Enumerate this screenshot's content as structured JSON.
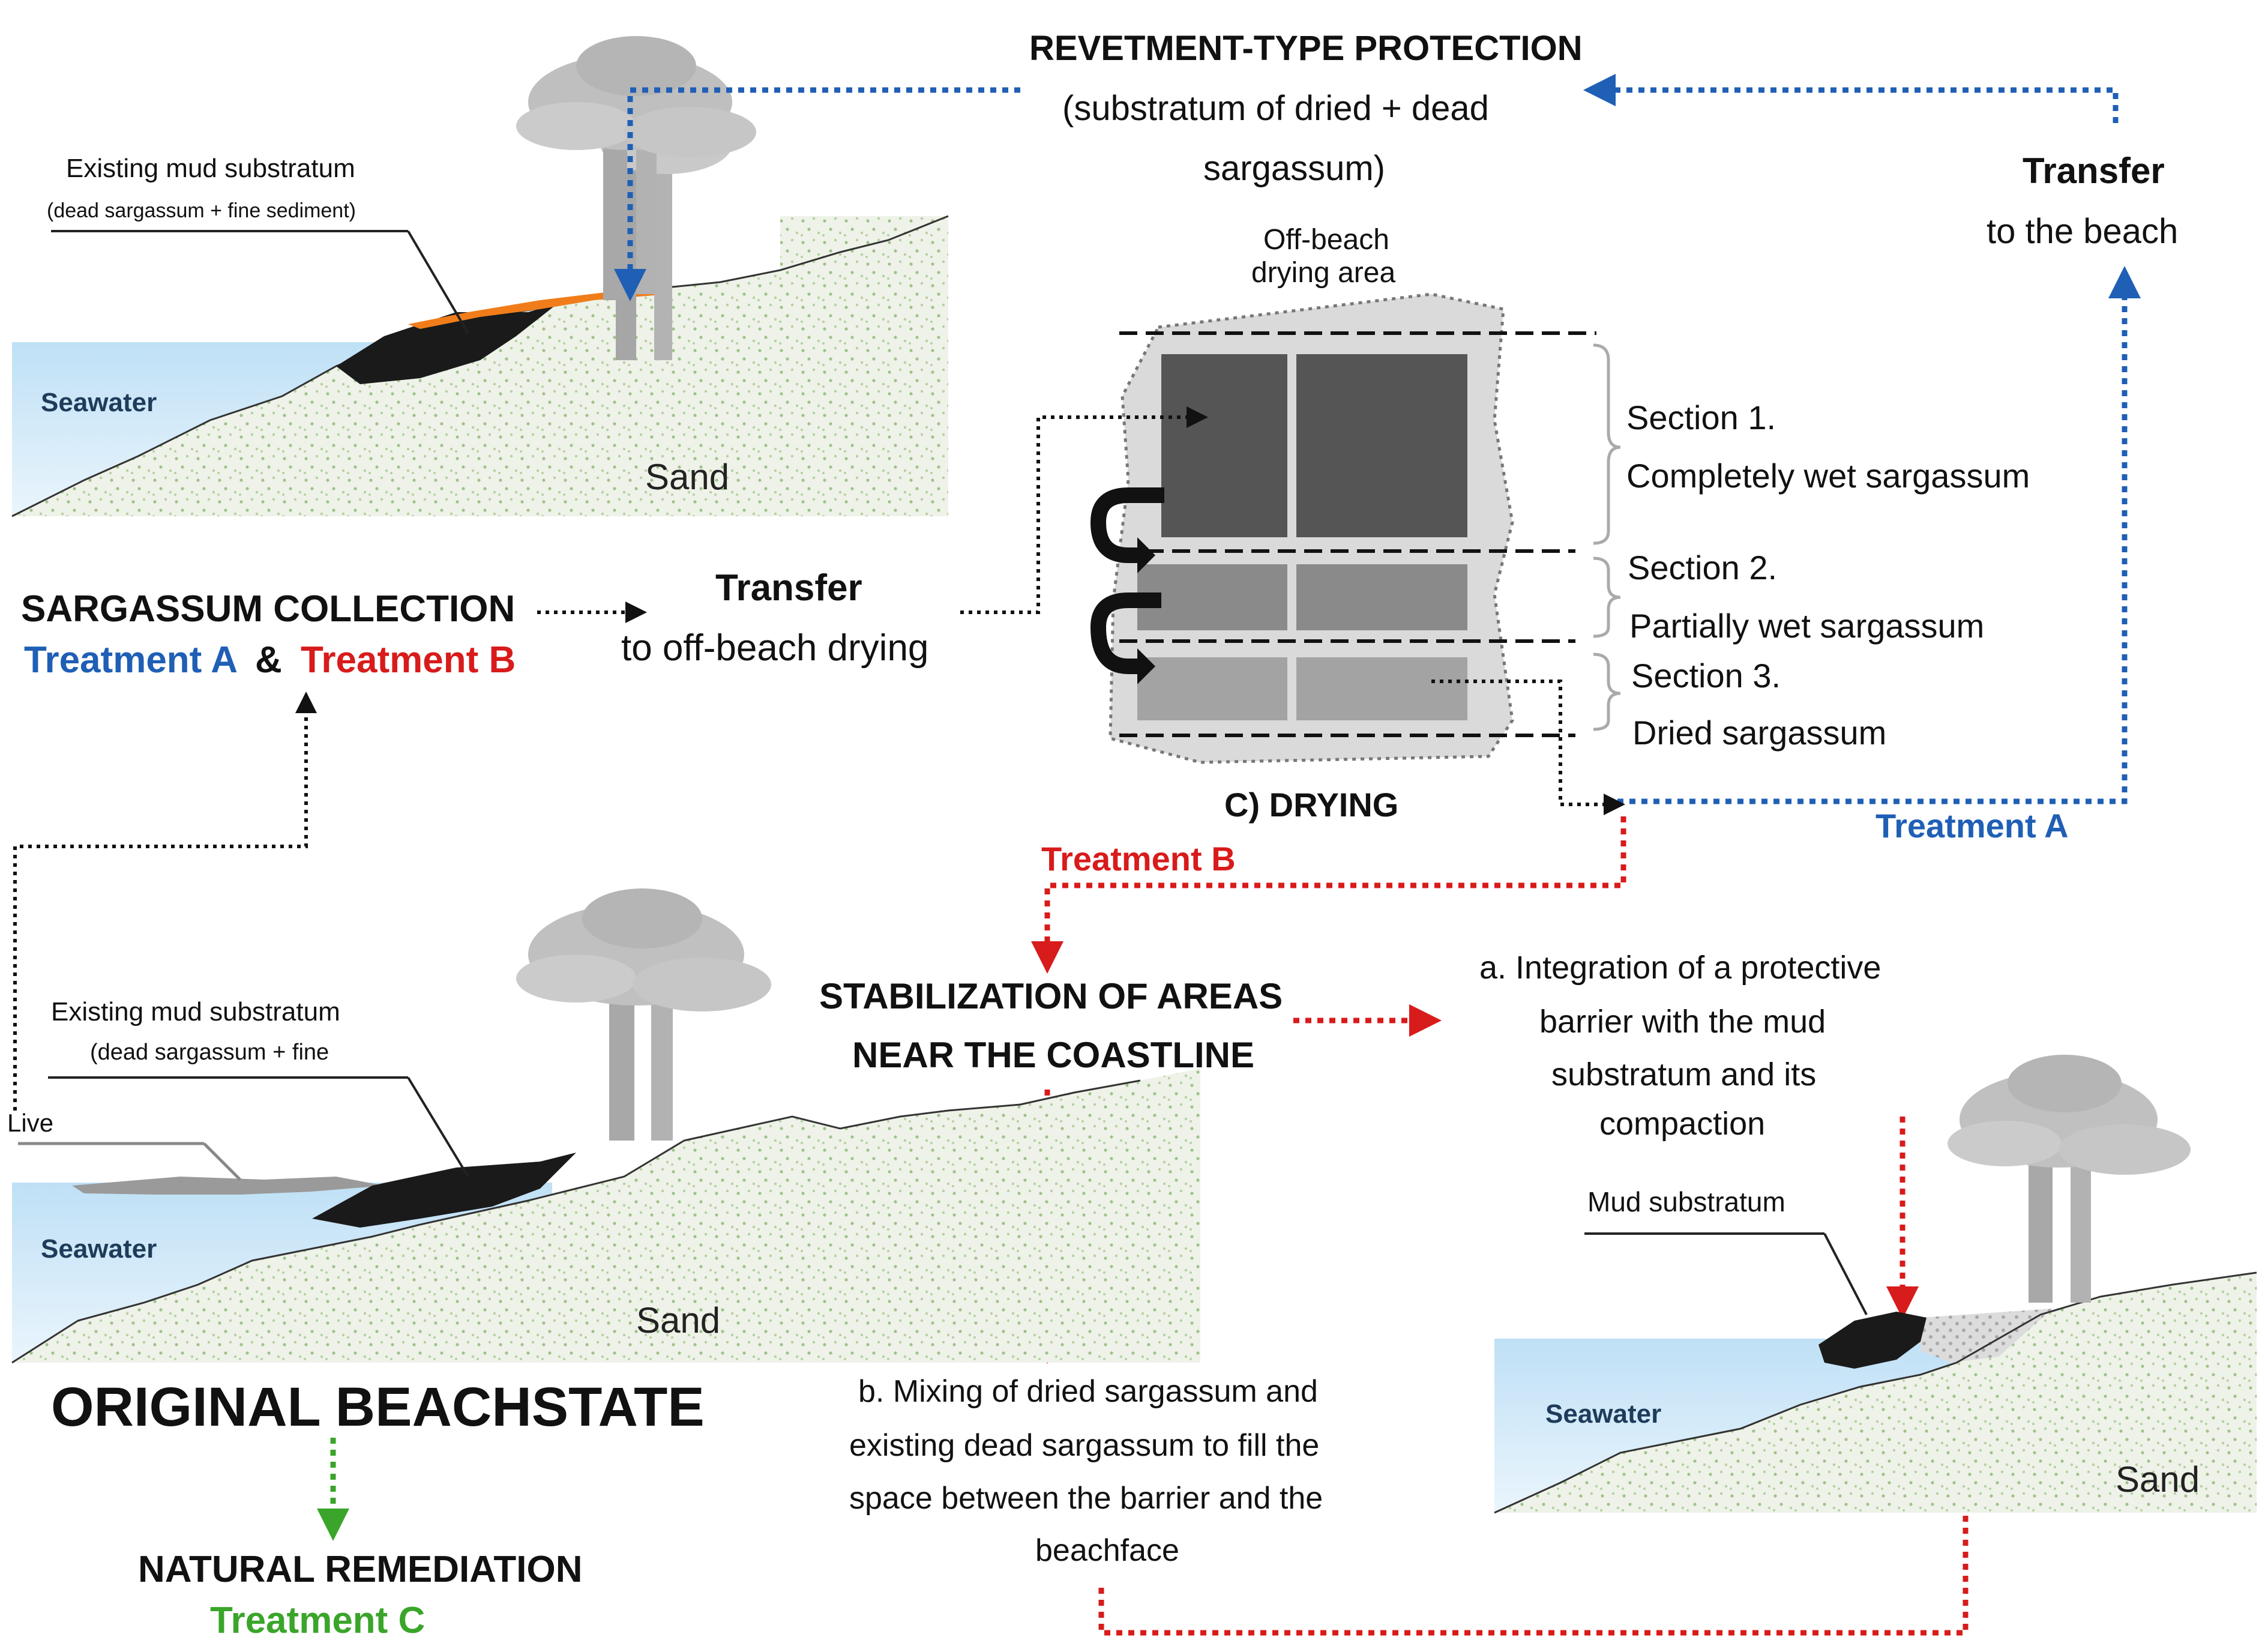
{
  "colors": {
    "blue": "#1f5fb5",
    "red": "#d81b1b",
    "green": "#3aa52a",
    "seawater_top": "#bfe0f6",
    "sand": "#e8eedf",
    "mud": "#1a1a1a",
    "orange": "#f07d1a"
  },
  "revetment": {
    "title": "REVETMENT-TYPE PROTECTION",
    "sub1": "(substratum of dried + dead",
    "sub2": "sargassum)"
  },
  "transfer_beach": {
    "title": "Transfer",
    "sub": "to the beach"
  },
  "panel_top": {
    "mud_label_1": "Existing mud substratum",
    "mud_label_2": "(dead sargassum + fine sediment)",
    "seawater": "Seawater",
    "sand": "Sand"
  },
  "drying": {
    "area_label_1": "Off-beach",
    "area_label_2": "drying area",
    "caption": "C) DRYING",
    "section1_title": "Section 1.",
    "section1_desc": "Completely wet sargassum",
    "section2_title": "Section 2.",
    "section2_desc": "Partially wet sargassum",
    "section3_title": "Section 3.",
    "section3_desc": "Dried sargassum"
  },
  "collection": {
    "title": "SARGASSUM COLLECTION",
    "treatment_a": "Treatment A",
    "amp": "&",
    "treatment_b": "Treatment B"
  },
  "transfer_drying": {
    "title": "Transfer",
    "sub": "to off-beach drying"
  },
  "treatment_a_label": "Treatment A",
  "treatment_b_label": "Treatment B",
  "stabilization": {
    "line1": "STABILIZATION OF AREAS",
    "line2": "NEAR THE COASTLINE"
  },
  "option_a": {
    "line1": "a. Integration of a protective",
    "line2": "barrier with the mud",
    "line3": "substratum and its",
    "line4": "compaction"
  },
  "option_b": {
    "line1": "b. Mixing of dried sargassum and",
    "line2": "existing dead sargassum to fill the",
    "line3": "space between the barrier and the",
    "line4": "beachface"
  },
  "panel_bottom_left": {
    "mud_label_1": "Existing mud substratum",
    "mud_label_2": "(dead sargassum + fine",
    "live": "Live",
    "seawater": "Seawater",
    "sand": "Sand"
  },
  "panel_bottom_right": {
    "mud_label": "Mud substratum",
    "seawater": "Seawater",
    "sand": "Sand"
  },
  "original": {
    "title": "ORIGINAL BEACHSTATE"
  },
  "natural": {
    "title": "NATURAL REMEDIATION",
    "treatment": "Treatment C"
  }
}
